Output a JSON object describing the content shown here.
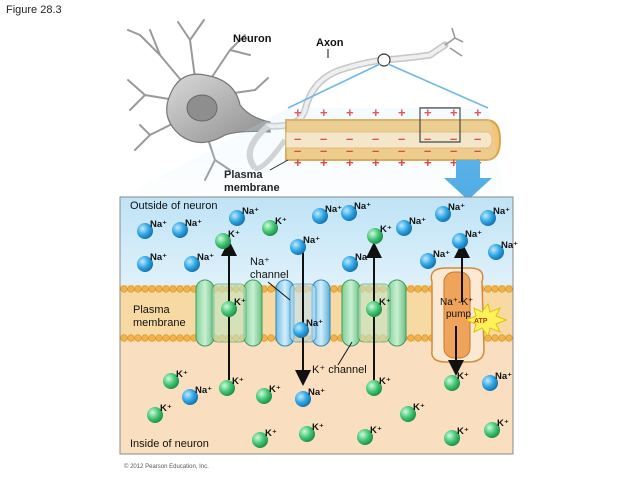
{
  "figure_label": "Figure 28.3",
  "labels": {
    "neuron": "Neuron",
    "axon": "Axon",
    "plasma_membrane_line1": "Plasma",
    "plasma_membrane_line2": "membrane",
    "outside": "Outside of neuron",
    "inside": "Inside of neuron",
    "membrane_side_line1": "Plasma",
    "membrane_side_line2": "membrane",
    "na_channel_line1": "Na⁺",
    "na_channel_line2": "channel",
    "k_channel": "K⁺ channel",
    "pump_line1": "Na⁺-K⁺",
    "pump_line2": "pump",
    "atp": "ATP",
    "copyright": "© 2012 Pearson Education, Inc."
  },
  "ions": {
    "na": "Na⁺",
    "k": "K⁺"
  },
  "colors": {
    "na_ion": "#29a3e0",
    "k_ion": "#3bbf6a",
    "outside_bg": "#cfe8f5",
    "inside_bg": "#f8e1c4",
    "axon_fill": "#f3c77b",
    "plus_sign": "#e03131",
    "minus_sign": "#e03131"
  },
  "axon_charges": {
    "outer": "+",
    "inner": "–"
  }
}
